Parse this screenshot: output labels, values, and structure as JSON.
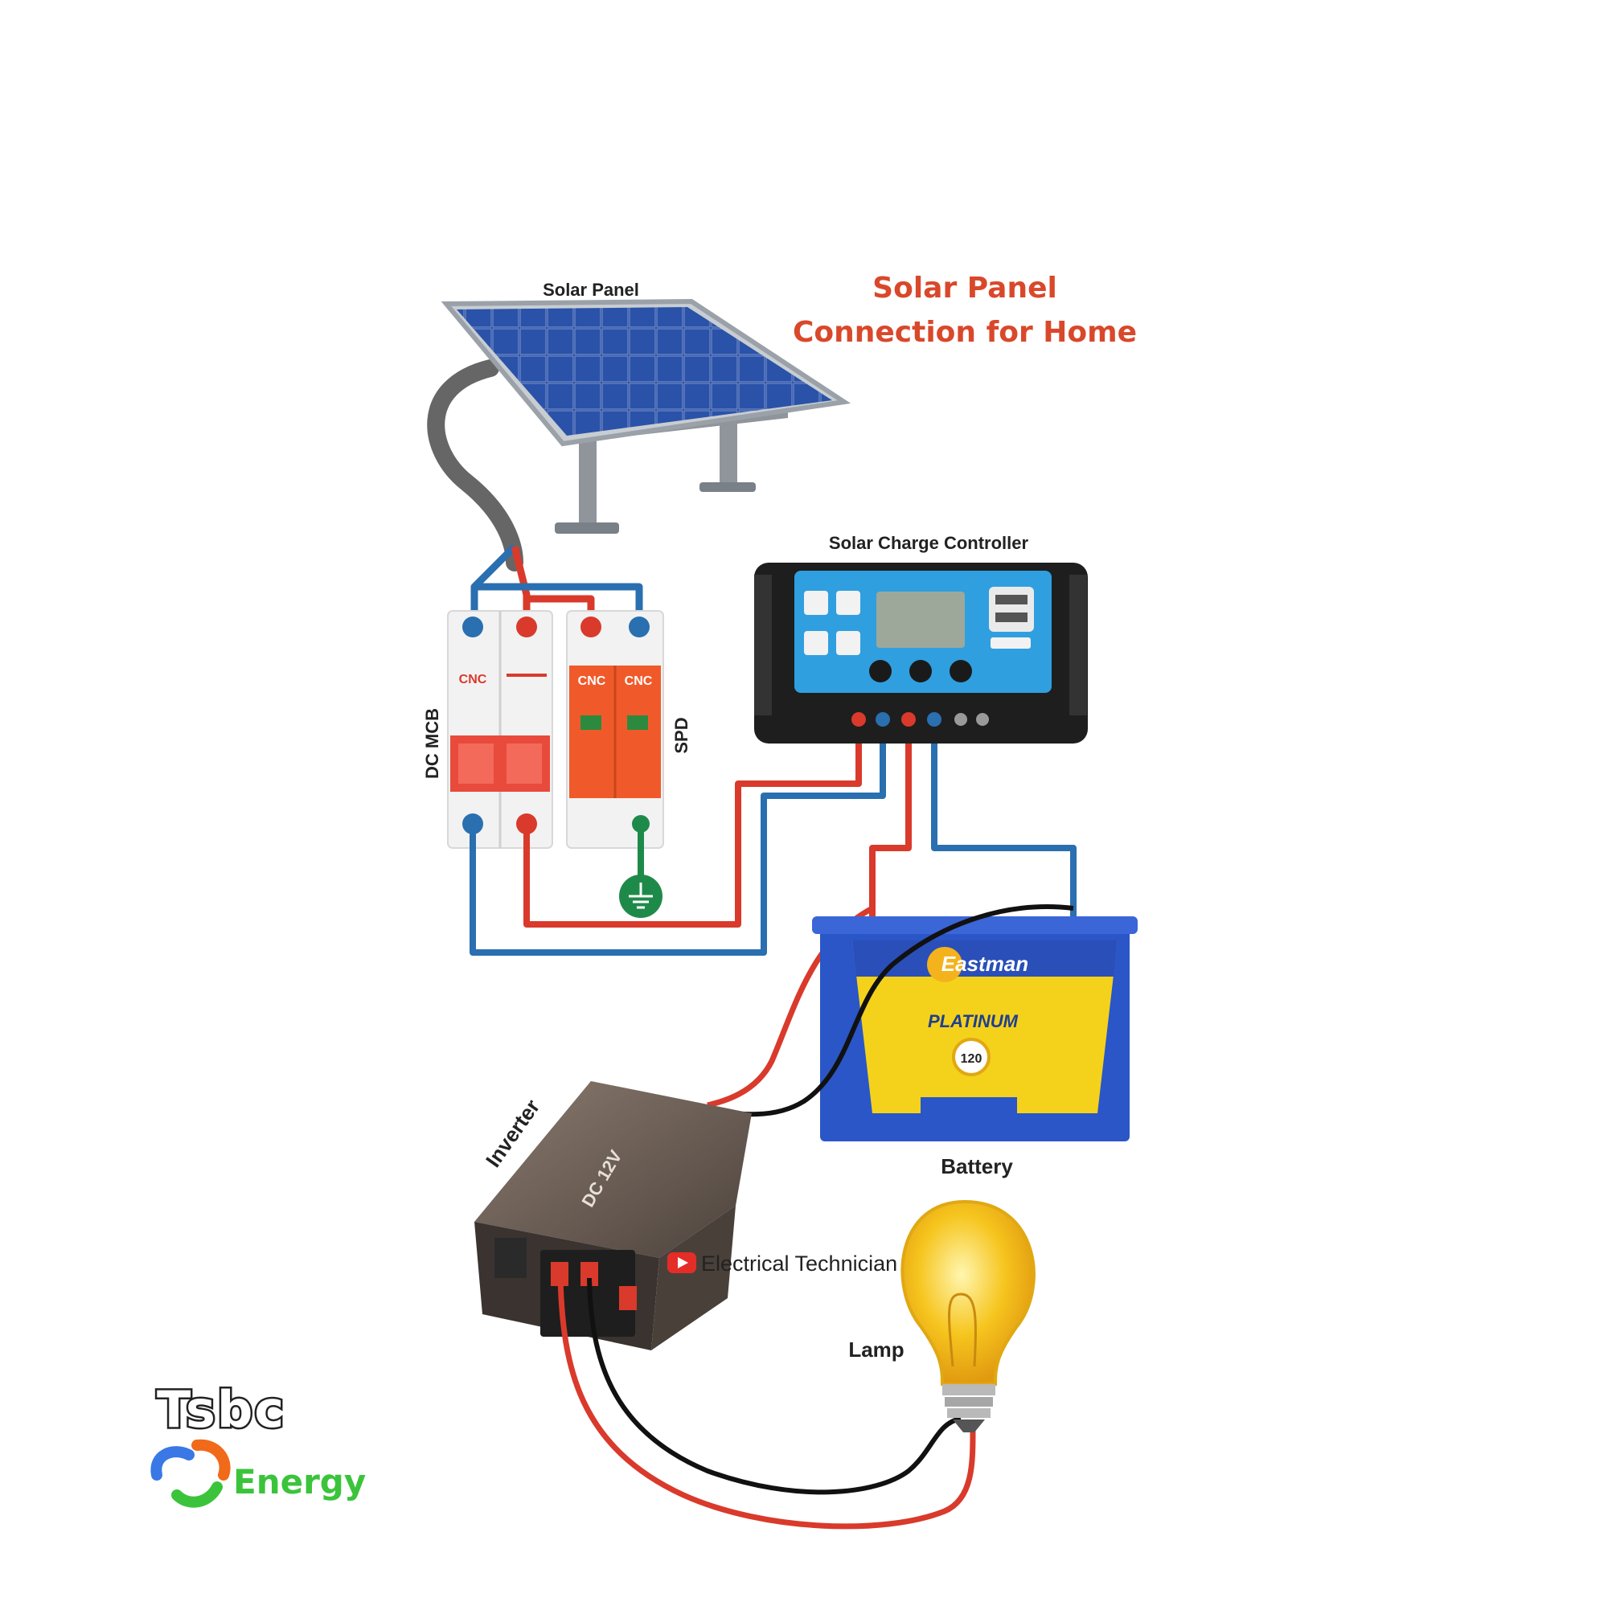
{
  "title": {
    "line1": "Solar Panel",
    "line2": "Connection for Home"
  },
  "labels": {
    "solar_panel": "Solar Panel",
    "charge_controller": "Solar Charge Controller",
    "dc_mcb": "DC MCB",
    "spd": "SPD",
    "battery": "Battery",
    "inverter": "Inverter",
    "lamp": "Lamp",
    "watermark": "Electrical Technician"
  },
  "device_text": {
    "mcb_brand": "CNC",
    "spd_brand": "CNC",
    "battery_brand": "Eastman",
    "battery_model": "PLATINUM",
    "battery_warranty": "120",
    "inverter_rating": "DC 12V"
  },
  "logo": {
    "name": "Tsbc",
    "tagline": "Energy"
  },
  "colors": {
    "title": "#d9482b",
    "positive_wire": "#d93a2b",
    "negative_wire": "#2a6fb0",
    "neutral_wire": "#111111",
    "earth": "#1e8a4a",
    "spd_body": "#f05a2a",
    "controller_face": "#2f9fe0",
    "battery_body": "#2a56c8",
    "battery_label": "#f4d21c",
    "bulb": "#f6c51e",
    "logo_green": "#3bc43b"
  },
  "icons": [
    "play-icon",
    "earth-ground-icon",
    "usb-port-icon",
    "lightbulb-icon"
  ]
}
